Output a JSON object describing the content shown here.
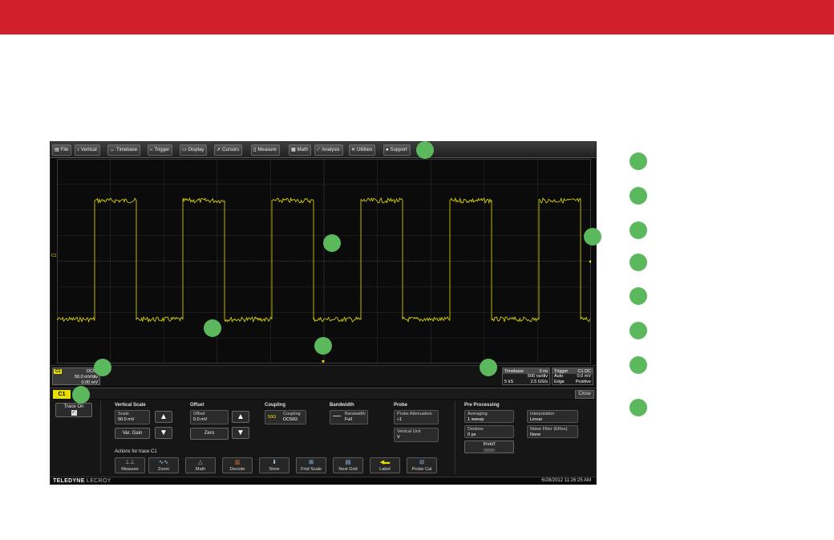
{
  "colors": {
    "banner": "#d0202c",
    "trace": "#e8e000",
    "callout": "#5cb85c",
    "screen_bg": "#0b0b0b"
  },
  "menu": [
    {
      "label": "File",
      "icon": "file-icon"
    },
    {
      "label": "Vertical",
      "icon": "vertical-icon"
    },
    {
      "label": "Timebase",
      "icon": "timebase-icon"
    },
    {
      "label": "Trigger",
      "icon": "trigger-icon"
    },
    {
      "label": "Display",
      "icon": "display-icon"
    },
    {
      "label": "Cursors",
      "icon": "cursors-icon"
    },
    {
      "label": "Measure",
      "icon": "measure-icon"
    },
    {
      "label": "Math",
      "icon": "math-icon"
    },
    {
      "label": "Analysis",
      "icon": "analysis-icon"
    },
    {
      "label": "Utilities",
      "icon": "utilities-icon"
    },
    {
      "label": "Support",
      "icon": "support-icon"
    }
  ],
  "grid": {
    "c1_label": "C1"
  },
  "channel_descriptor": {
    "tag": "C1",
    "mode": "DC50",
    "scale": "50.0 mV/div",
    "offset": "0.00 mV"
  },
  "timebase_descriptor": {
    "title": "Timebase",
    "delay": "0 ns",
    "per_div": "500 ns/div",
    "samples": "5 kS",
    "rate": "2.5 GS/s"
  },
  "trigger_descriptor": {
    "title": "Trigger",
    "source": "C1",
    "coupling": "DC",
    "mode": "Auto",
    "level": "0.0 mV",
    "type": "Edge",
    "slope": "Positive"
  },
  "dialog": {
    "tab": "C1",
    "close": "Close",
    "trace_on": "Trace On",
    "vertical_scale": {
      "title": "Vertical Scale",
      "label": "Scale",
      "value": "50.0 mV",
      "var_gain": "Var. Gain"
    },
    "offset": {
      "title": "Offset",
      "label": "Offset",
      "value": "0.0 mV",
      "zero": "Zero"
    },
    "coupling": {
      "title": "Coupling",
      "badge": "50Ω",
      "label": "Coupling",
      "value": "DC50Ω"
    },
    "bandwidth": {
      "title": "Bandwidth",
      "label": "Bandwidth",
      "value": "Full"
    },
    "probe": {
      "title": "Probe",
      "attenuation_label": "Probe Attenuation",
      "attenuation_value": "÷1",
      "unit_label": "Vertical Unit",
      "unit_value": "V"
    },
    "pre_processing": {
      "title": "Pre Processing",
      "averaging_label": "Averaging",
      "averaging_value": "1 sweep",
      "interpolation_label": "Interpolation",
      "interpolation_value": "Linear",
      "deskew_label": "Deskew",
      "deskew_value": "0 ps",
      "noise_label": "Noise Filter (ERes)",
      "noise_value": "None",
      "invert": "Invert"
    },
    "actions_title": "Actions for trace C1",
    "actions": [
      "Measure",
      "Zoom",
      "Math",
      "Decode",
      "Store",
      "Find Scale",
      "Next Grid",
      "Label",
      "Probe Cal"
    ]
  },
  "status": {
    "brand_bold": "TELEDYNE",
    "brand_thin": "LECROY",
    "datetime": "6/28/2012 11:26:25 AM"
  }
}
